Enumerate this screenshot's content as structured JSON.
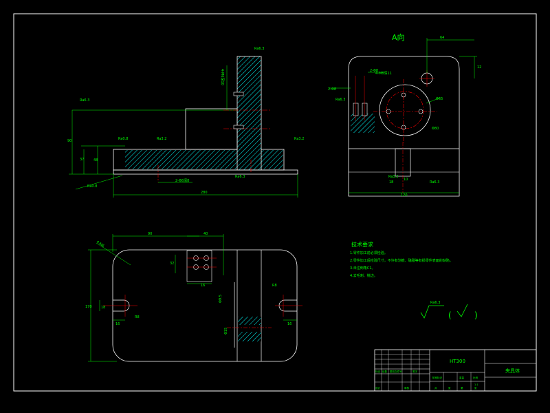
{
  "colors": {
    "background": "#000000",
    "frame": "#ffffff",
    "geometry": "#ffffff",
    "dimension": "#00ff00",
    "centerline": "#ff0000",
    "hatch": "#00ffff"
  },
  "view_labels": {
    "a_view": "A向"
  },
  "front_view": {
    "roughness": [
      "Ra6.3",
      "Ra6.3",
      "Ra0.8",
      "Ra3.2",
      "Ra3.2",
      "Ra0.8",
      "Ra6.3"
    ],
    "dims": {
      "overall_length": "280",
      "height_h": "90",
      "h1": "37",
      "h2": "48",
      "slot_depth": "2-Φ8深8",
      "vertical": "4-M6深10"
    }
  },
  "side_view": {
    "roughness": [
      "Ra6.3",
      "Ra3.2",
      "Ra6.3"
    ],
    "dims": {
      "top_offset": "64",
      "top_h": "12",
      "pin": "2-Φ8",
      "hole_spec": "4-M6深11",
      "hole_pair": "2-Φ8",
      "dia_right": "Φ65",
      "dia_lower": "Φ80",
      "base_w": "120",
      "foot": "18",
      "foot2": "10"
    }
  },
  "top_view": {
    "dims": {
      "width_90": "90",
      "width_40": "40",
      "slot_w": "16",
      "slot_h": "32",
      "height_170": "170",
      "height_18": "18",
      "slot_small": "16",
      "side_small": "16",
      "angle_left": "4-M6",
      "r_left": "R8",
      "r_right": "R8",
      "mid_a": "Φ9.5",
      "mid_b": "Φ15"
    }
  },
  "technical_requirements": {
    "title": "技术要求",
    "items": [
      "1.零件加工前必须检验。",
      "2.零件加工后检验尺寸，不许有划痕、磕碰等有损零件表面的缺陷。",
      "3.未注倒角C1。",
      "4.去毛刺、锐边。"
    ]
  },
  "roughness_mark": {
    "text": "Ra6.3",
    "paren_open": "(",
    "paren_close": ")",
    "check": "√"
  },
  "title_block": {
    "material": "HT300",
    "name": "夹具体",
    "row_labels": [
      "标记",
      "处数",
      "更改文件号",
      "签字"
    ],
    "mid_labels": [
      "阶段标记",
      "重量",
      "比例"
    ],
    "scale": "1:1",
    "bottom_labels": [
      "设计",
      "审核",
      "共",
      "张",
      "第",
      "张"
    ]
  }
}
